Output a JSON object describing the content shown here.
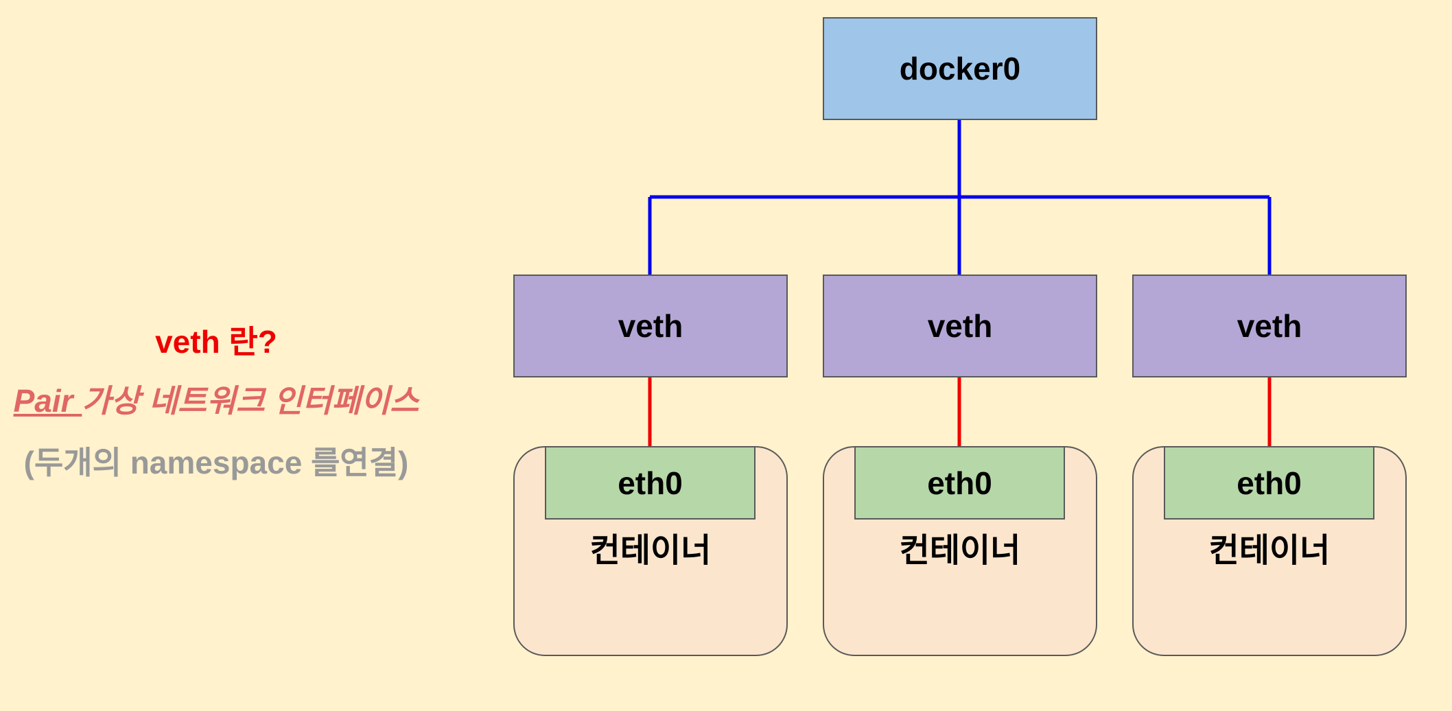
{
  "colors": {
    "background": "#fff2cc",
    "docker_fill": "#9fc5e8",
    "veth_fill": "#b4a7d6",
    "eth_fill": "#b6d7a8",
    "container_fill": "#fce5cd",
    "bridge_line": "#0000ee",
    "pair_line": "#ee0000",
    "title_text": "#ee0000",
    "definition_text": "#e06666",
    "note_text": "#999999"
  },
  "side_text": {
    "title": "veth 란?",
    "definition_underlined": "Pair ",
    "definition_rest": "가상 네트워크 인터페이스",
    "note": "(두개의 namespace 를연결)"
  },
  "bridge": {
    "label": "docker0"
  },
  "veths": [
    {
      "label": "veth"
    },
    {
      "label": "veth"
    },
    {
      "label": "veth"
    }
  ],
  "containers": [
    {
      "interface": "eth0",
      "label": "컨테이너"
    },
    {
      "interface": "eth0",
      "label": "컨테이너"
    },
    {
      "interface": "eth0",
      "label": "컨테이너"
    }
  ]
}
